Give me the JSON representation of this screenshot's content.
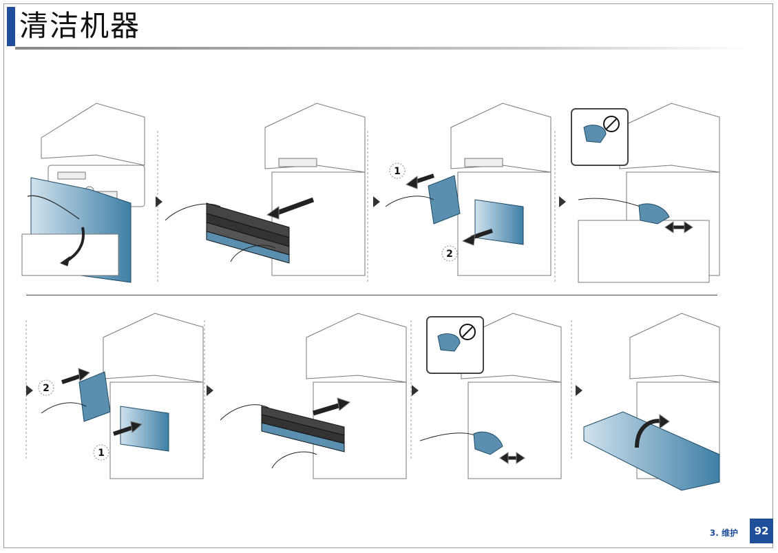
{
  "header": {
    "title": "清洁机器"
  },
  "steps_row1": [
    {
      "callouts": []
    },
    {
      "callouts": []
    },
    {
      "callouts": [
        "1",
        "2"
      ]
    },
    {
      "callouts": []
    }
  ],
  "steps_row2": [
    {
      "callouts": [
        "2",
        "1"
      ]
    },
    {
      "callouts": []
    },
    {
      "callouts": []
    },
    {
      "callouts": []
    }
  ],
  "footer": {
    "chapter": "3. 维护",
    "page": "92"
  },
  "colors": {
    "accent": "#1f4e9a",
    "part_blue": "#4f8cb0"
  }
}
